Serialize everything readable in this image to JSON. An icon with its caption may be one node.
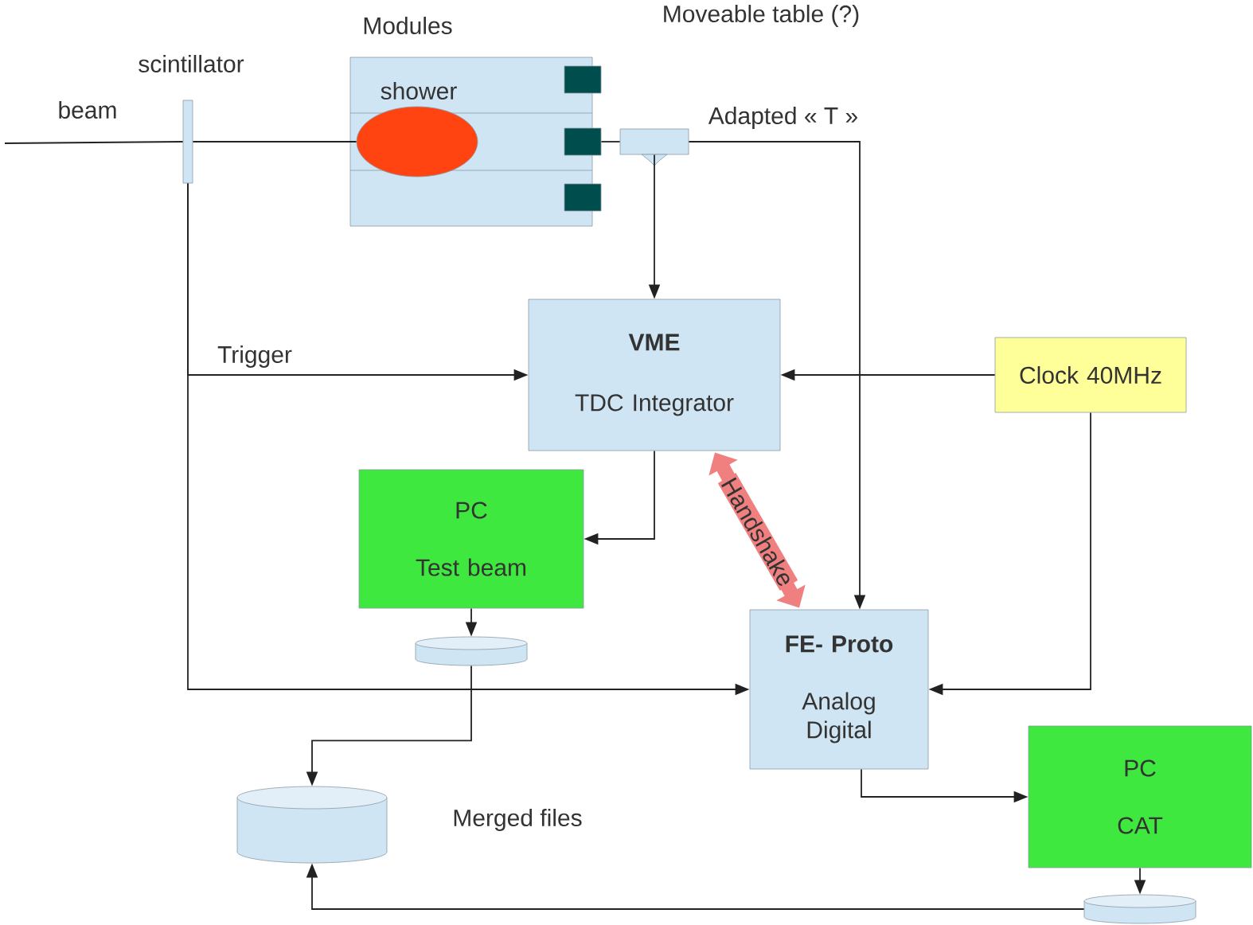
{
  "diagram": {
    "nodes": [
      {
        "text": [
          "scintillator"
        ]
      },
      {
        "text": [
          "Modules"
        ]
      },
      {
        "text": [
          "shower"
        ],
        "in": 1
      },
      {
        "text": [],
        "shape": "box"
      },
      {
        "text": [],
        "shape": "box"
      },
      {
        "text": [],
        "shape": "box"
      },
      {
        "text": [],
        "shape": "box",
        "beside": [
          "Adapted « T »"
        ]
      },
      {
        "text": [
          "VME",
          "TDC Integrator"
        ]
      },
      {
        "text": [
          "Clock 40MHz"
        ]
      },
      {
        "text": [
          "PC",
          "Test beam"
        ]
      },
      {
        "text": [
          "FE- Proto",
          "Analog Digital"
        ]
      },
      {
        "text": [],
        "shape": "cylinder"
      },
      {
        "text": [],
        "shape": "cylinder",
        "beside": [
          "Merged files"
        ]
      },
      {
        "text": [
          "PC",
          "CAT"
        ]
      },
      {
        "text": [],
        "shape": "cylinder"
      }
    ],
    "edges": [
      {
        "from": null,
        "to": 0,
        "arrow": "none"
      },
      {
        "from": 0,
        "to": 2,
        "arrow": "none"
      },
      {
        "from": 4,
        "to": 6,
        "arrow": "none"
      },
      {
        "from": 6,
        "to": 7,
        "arrow": "to"
      },
      {
        "from": 6,
        "to": 10,
        "arrow": "to"
      },
      {
        "from": 0,
        "to": 7,
        "arrow": "to",
        "label": "Trigger"
      },
      {
        "from": 0,
        "to": 10,
        "arrow": "to"
      },
      {
        "from": 8,
        "to": 7,
        "arrow": "to"
      },
      {
        "from": 8,
        "to": 10,
        "arrow": "to"
      },
      {
        "from": 7,
        "to": 9,
        "arrow": "to"
      },
      {
        "from": 7,
        "to": 10,
        "arrow": "both",
        "label": "Handshake",
        "style": "thick",
        "color": "#f08080"
      },
      {
        "from": 9,
        "to": 11,
        "arrow": "to"
      },
      {
        "from": 11,
        "to": 12,
        "arrow": "to"
      },
      {
        "from": 10,
        "to": 13,
        "arrow": "to"
      },
      {
        "from": 13,
        "to": 14,
        "arrow": "to"
      },
      {
        "from": 14,
        "to": 12,
        "arrow": "to"
      }
    ],
    "labels": [
      "Moveable table (?)",
      "beam"
    ]
  }
}
